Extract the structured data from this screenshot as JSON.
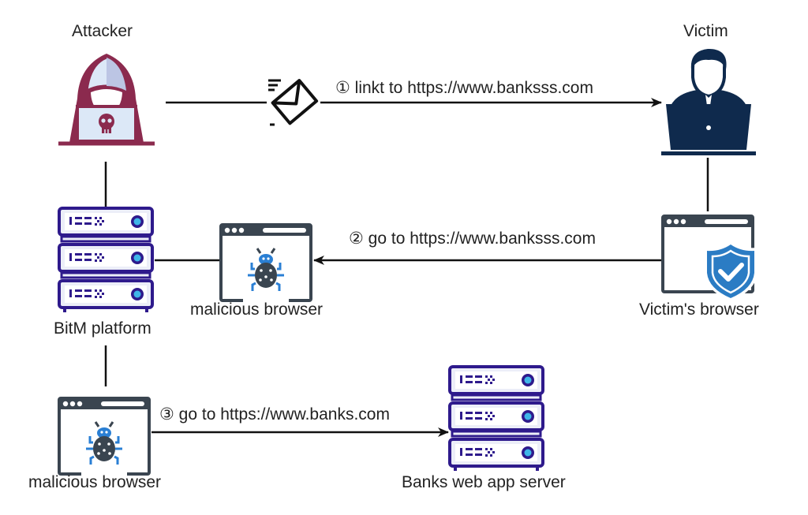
{
  "diagram": {
    "nodes": {
      "attacker": {
        "label": "Attacker",
        "icon": "hooded-hacker-icon"
      },
      "victim": {
        "label": "Victim",
        "icon": "user-laptop-icon"
      },
      "bitm_platform": {
        "label": "BitM platform",
        "icon": "server-rack-icon"
      },
      "malicious_browser_top": {
        "label": "malicious browser",
        "icon": "browser-bug-icon"
      },
      "victims_browser": {
        "label": "Victim's browser",
        "icon": "browser-shield-icon"
      },
      "malicious_browser_bottom": {
        "label": "malicious browser",
        "icon": "browser-bug-icon"
      },
      "banks_server": {
        "label": "Banks web app server",
        "icon": "server-rack-icon"
      }
    },
    "edges": [
      {
        "from": "attacker",
        "to": "victim",
        "step": "①",
        "label": "linkt to https://www.banksss.com",
        "icon": "envelope-icon"
      },
      {
        "from": "victims_browser",
        "to": "malicious_browser_top",
        "step": "②",
        "label": "go to https://www.banksss.com"
      },
      {
        "from": "malicious_browser_bottom",
        "to": "banks_server",
        "step": "③",
        "label": "go to https://www.banks.com"
      }
    ],
    "colors": {
      "attacker_maroon": "#8b2a4e",
      "attacker_light": "#dce8f7",
      "victim_navy": "#0f2a4d",
      "server_purple": "#2e1a8c",
      "server_fill": "#eceef8",
      "server_light_blue": "#3fb6e8",
      "browser_gray": "#3a4550",
      "bug_blue": "#2a7fd4",
      "shield_blue": "#2b7cc4",
      "line": "#111111"
    }
  }
}
